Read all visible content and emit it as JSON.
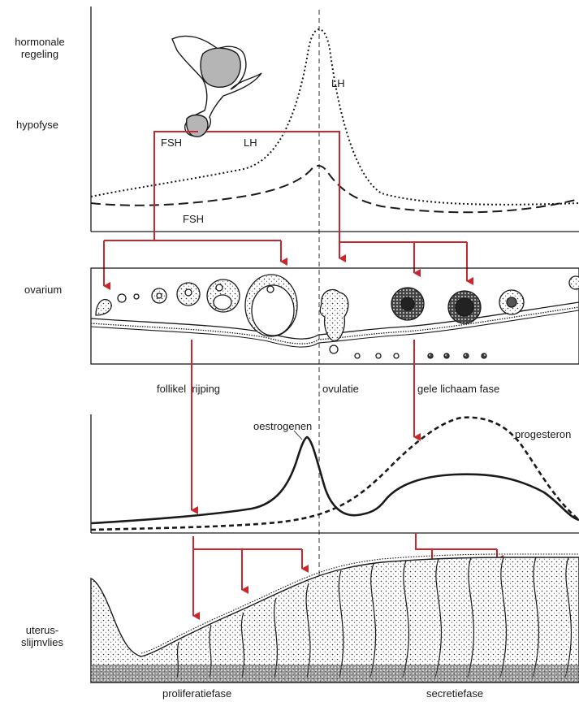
{
  "labels": {
    "hormonale_regeling": "hormonale\nregeling",
    "hypofyse": "hypofyse",
    "fsh_top": "FSH",
    "lh_top": "LH",
    "lh_peak": "LH",
    "fsh_curve": "FSH",
    "ovarium": "ovarium",
    "follikel_rijping": "follikel  rijping",
    "ovulatie": "ovulatie",
    "gele_lichaam_fase": "gele lichaam fase",
    "oestrogenen": "oestrogenen",
    "progesteron": "progesteron",
    "uterus_slijmvlies": "uterus-\nslijmvlies",
    "proliferatiefase": "proliferatiefase",
    "secretiefase": "secretiefase"
  },
  "colors": {
    "arrow": "#c8282d",
    "ink": "#1a1a1a",
    "gland_fill": "#b5b5b5",
    "tissue_fill": "#d9d4cc"
  },
  "icons": {
    "pituitary": "pituitary-gland-icon",
    "follicles": "ovarian-follicle-icons",
    "endometrium": "endometrium-tissue-icon"
  }
}
